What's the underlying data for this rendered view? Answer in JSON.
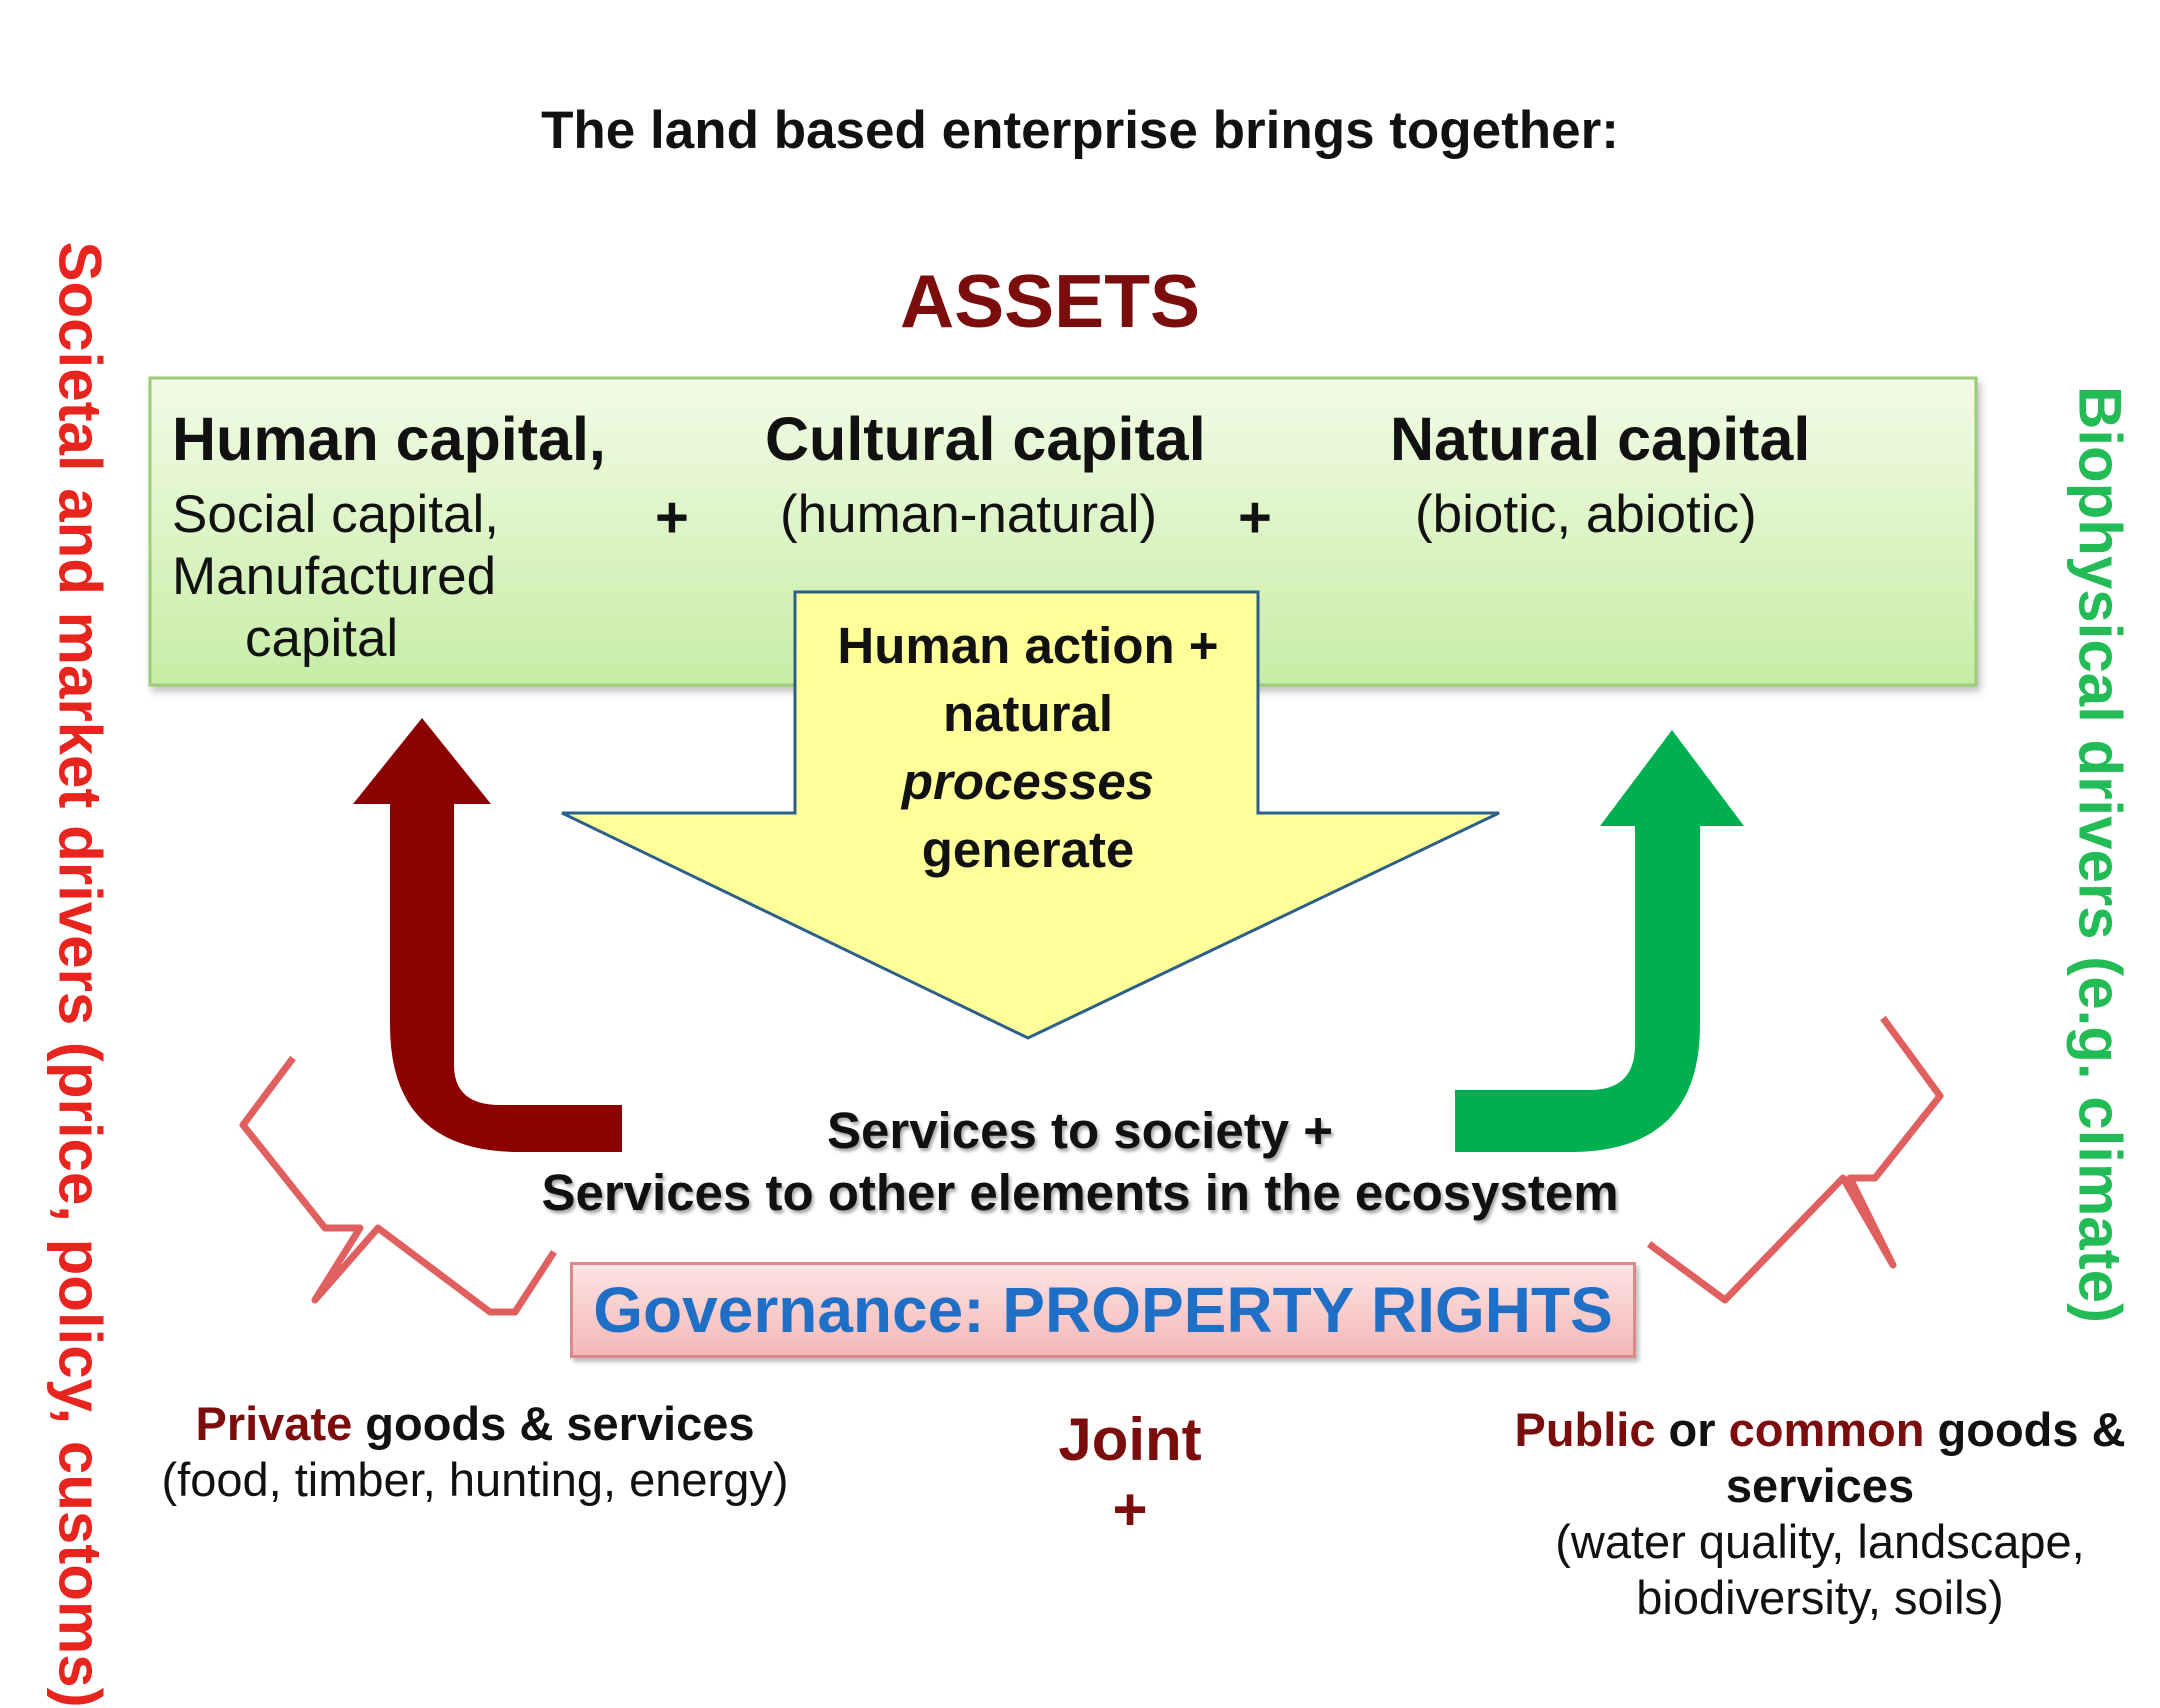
{
  "heading": "The land based enterprise brings together:",
  "assets": {
    "title": "ASSETS",
    "human": {
      "title": "Human capital,",
      "line1": "Social capital,",
      "line2": "Manufactured",
      "line3": "capital"
    },
    "cultural": {
      "title": "Cultural capital",
      "sub": "(human-natural)"
    },
    "natural": {
      "title": "Natural capital",
      "sub": "(biotic, abiotic)"
    },
    "plus": "+"
  },
  "arrow_box": {
    "line1": "Human action +",
    "line2": "natural",
    "line3": "processes",
    "line4": "generate"
  },
  "services": {
    "line1": "Services to society +",
    "line2": "Services to other elements in the ecosystem"
  },
  "governance": "Governance: PROPERTY RIGHTS",
  "private_goods": {
    "highlight": "Private",
    "rest": " goods & services",
    "examples": "(food, timber, hunting, energy)"
  },
  "joint": {
    "label": "Joint",
    "plus": "+"
  },
  "public_goods": {
    "highlight1": "Public",
    "mid": " or ",
    "highlight2": "common",
    "rest": " goods &",
    "line2": "services",
    "examples1": "(water quality, landscape,",
    "examples2": "biodiversity, soils)"
  },
  "left_driver": "Societal and market drivers (price, policy, customs)",
  "right_driver": "Biophysical drivers (e.g. climate)",
  "colors": {
    "dark_red": "#7b0d0d",
    "arrow_red": "#8b0000",
    "arrow_green": "#00b050",
    "bright_red": "#e8241f",
    "green_text": "#22bb55",
    "blue": "#1f6fc6",
    "brace_red": "#e06060"
  }
}
